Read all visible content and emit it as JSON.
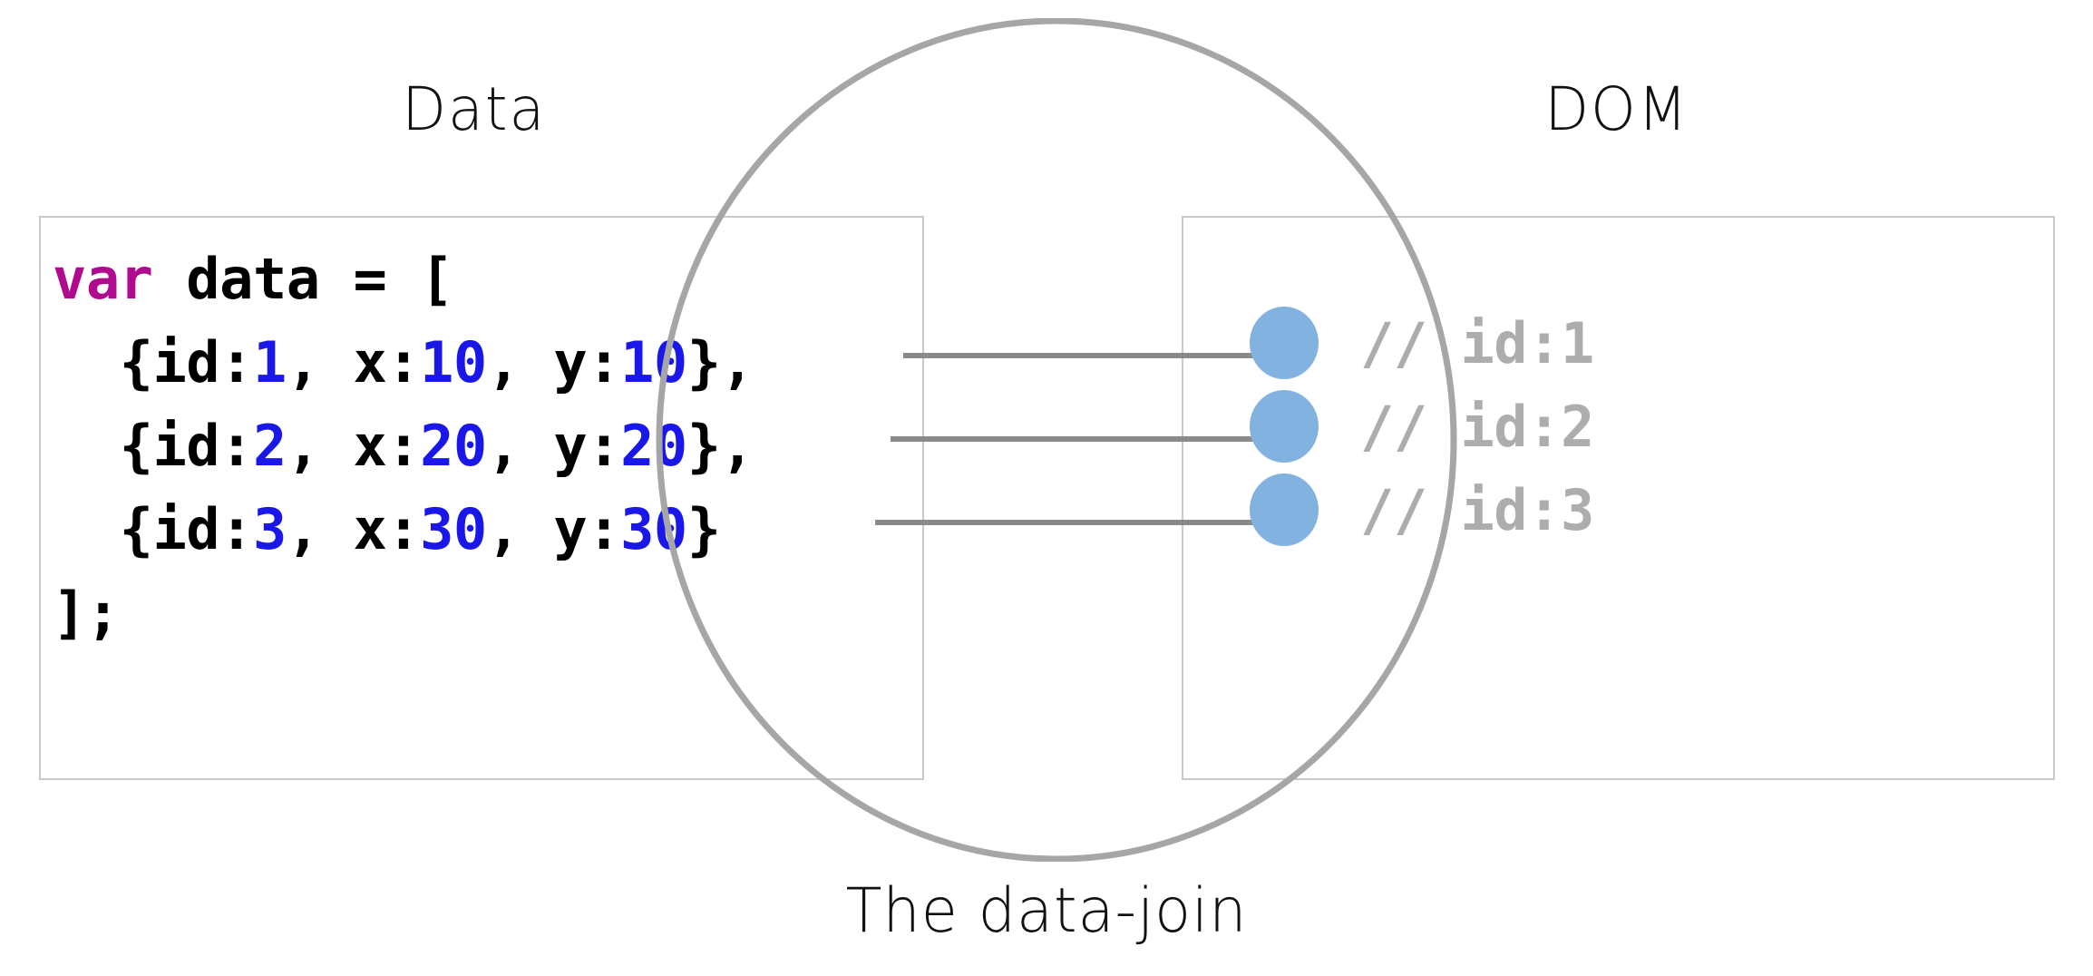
{
  "diagram": {
    "caption": "The data-join",
    "sections": {
      "left_title": "Data",
      "right_title": "DOM"
    },
    "colors": {
      "keyword": "#b00a8e",
      "number": "#1a18e8",
      "circle": "#82b3e0",
      "comment": "#adadad",
      "connector": "#8a8a8a",
      "panel_border": "#c9c9c9",
      "ellipse_stroke": "#a6a6a6",
      "text": "#000000",
      "background": "#ffffff"
    }
  },
  "code": {
    "line_0": {
      "keyword": "var",
      "rest": " data = ["
    },
    "line_1": {
      "pre": "  {id:",
      "id": "1",
      "mid_a": ", x:",
      "x": "10",
      "mid_b": ", y:",
      "y": "10",
      "post": "},"
    },
    "line_2": {
      "pre": "  {id:",
      "id": "2",
      "mid_a": ", x:",
      "x": "20",
      "mid_b": ", y:",
      "y": "20",
      "post": "},"
    },
    "line_3": {
      "pre": "  {id:",
      "id": "3",
      "mid_a": ", x:",
      "x": "30",
      "mid_b": ", y:",
      "y": "30",
      "post": "}"
    },
    "line_4": {
      "text": "];"
    }
  },
  "dom": {
    "nodes": [
      {
        "comment": "// id:1"
      },
      {
        "comment": "// id:2"
      },
      {
        "comment": "// id:3"
      }
    ]
  },
  "chart_data": {
    "type": "diagram",
    "title": "The data-join",
    "description": "Data array on the left joined to DOM circle nodes on the right, overlapped by a join ellipse.",
    "data_array": [
      {
        "id": 1,
        "x": 10,
        "y": 10
      },
      {
        "id": 2,
        "x": 20,
        "y": 20
      },
      {
        "id": 3,
        "x": 30,
        "y": 30
      }
    ],
    "dom_nodes": [
      {
        "label": "// id:1"
      },
      {
        "label": "// id:2"
      },
      {
        "label": "// id:3"
      }
    ],
    "links": [
      {
        "from": "data[0]",
        "to": "dom[0]"
      },
      {
        "from": "data[1]",
        "to": "dom[1]"
      },
      {
        "from": "data[2]",
        "to": "dom[2]"
      }
    ]
  }
}
